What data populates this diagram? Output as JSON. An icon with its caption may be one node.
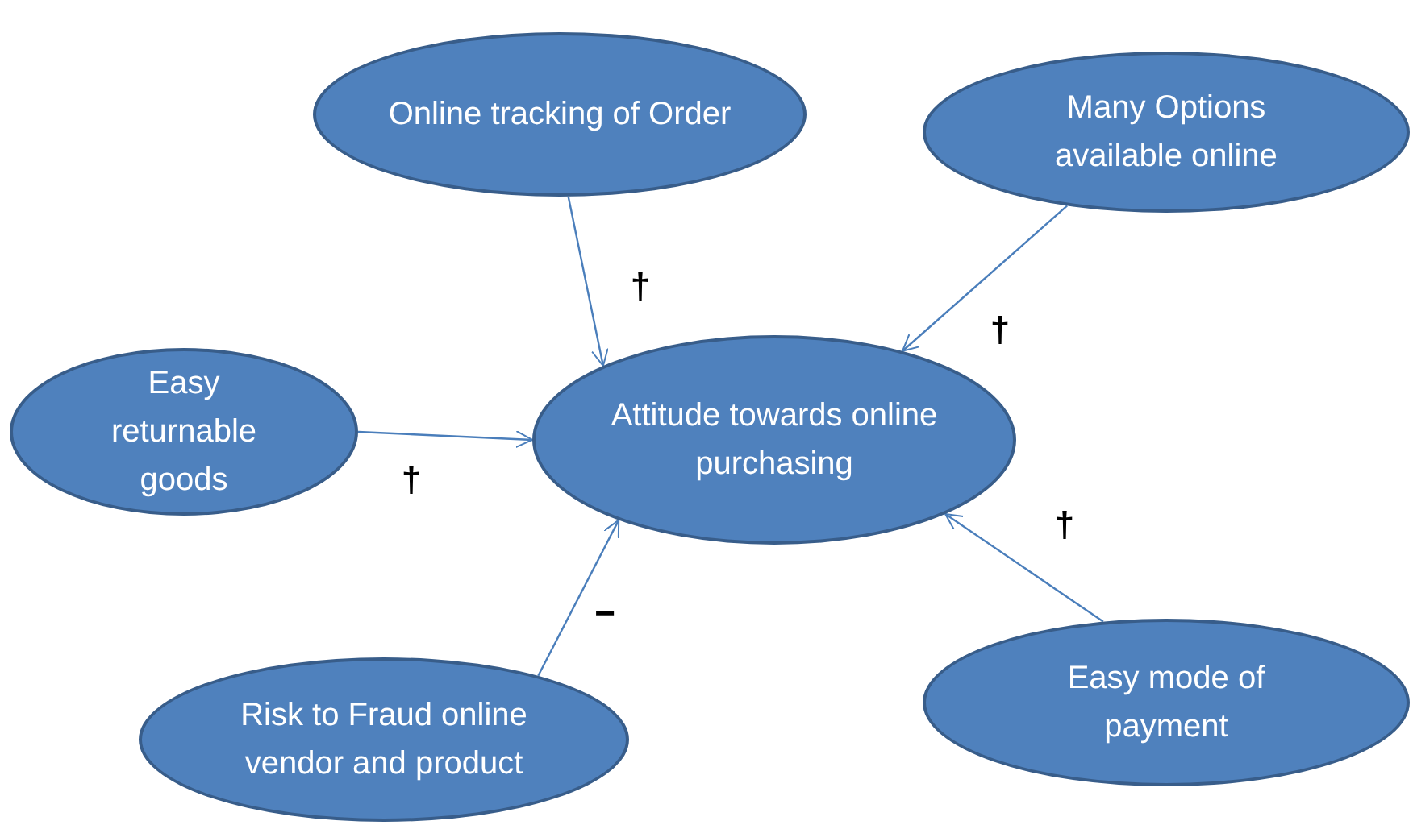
{
  "diagram": {
    "nodes": [
      {
        "text": [
          "Online tracking of Order"
        ]
      },
      {
        "text": [
          "Many Options available online"
        ]
      },
      {
        "text": [
          "Easy returnable goods"
        ]
      },
      {
        "text": [
          "Attitude towards online purchasing"
        ]
      },
      {
        "text": [
          "Risk to Fraud online vendor and product"
        ]
      },
      {
        "text": [
          "Easy mode of payment"
        ]
      }
    ],
    "edges": [
      {
        "from": 0,
        "to": 3,
        "arrow": "to",
        "label": "†"
      },
      {
        "from": 1,
        "to": 3,
        "arrow": "to",
        "label": "†"
      },
      {
        "from": 2,
        "to": 3,
        "arrow": "to",
        "label": "†"
      },
      {
        "from": 4,
        "to": 3,
        "arrow": "to",
        "label": "−"
      },
      {
        "from": 5,
        "to": 3,
        "arrow": "to",
        "label": "†"
      }
    ]
  }
}
